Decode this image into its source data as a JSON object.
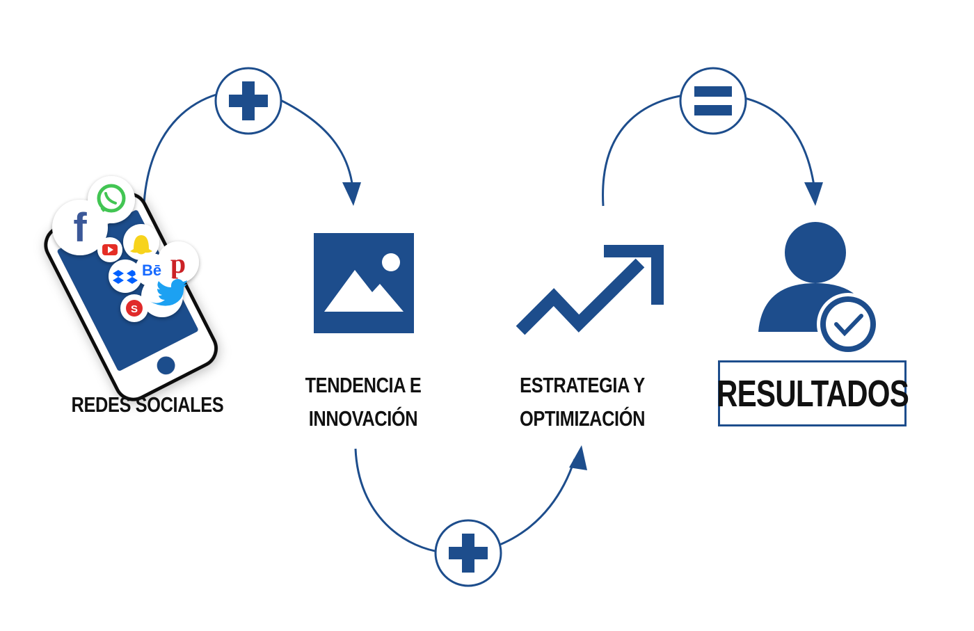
{
  "colors": {
    "primary": "#1d4d8c",
    "text": "#111111",
    "facebook": "#3b5998",
    "whatsapp": "#43c553",
    "youtube": "#e52d27",
    "snapchat": "#f7d31d",
    "pinterest": "#cb2027",
    "twitter": "#1da1f2",
    "dropbox": "#0061ff",
    "behance": "#1769ff",
    "skype_red": "#e02b2b"
  },
  "labels": {
    "social": {
      "line1": "REDES SOCIALES"
    },
    "trend": {
      "line1": "TENDENCIA E",
      "line2": "INNOVACIÓN"
    },
    "strategy": {
      "line1": "ESTRATEGIA Y",
      "line2": "OPTIMIZACIÓN"
    },
    "results": "RESULTADOS"
  },
  "icons": {
    "phone": "smartphone-with-social-apps-icon",
    "image": "image-placeholder-icon",
    "trend": "trending-up-arrow-icon",
    "user": "user-check-icon",
    "operators": [
      "plus-icon",
      "plus-icon",
      "equals-icon"
    ],
    "social_bubbles": [
      "facebook-icon",
      "whatsapp-icon",
      "youtube-icon",
      "snapchat-icon",
      "dropbox-icon",
      "behance-icon",
      "pinterest-icon",
      "twitter-icon",
      "skype-icon"
    ],
    "behance_text": "Bē"
  }
}
